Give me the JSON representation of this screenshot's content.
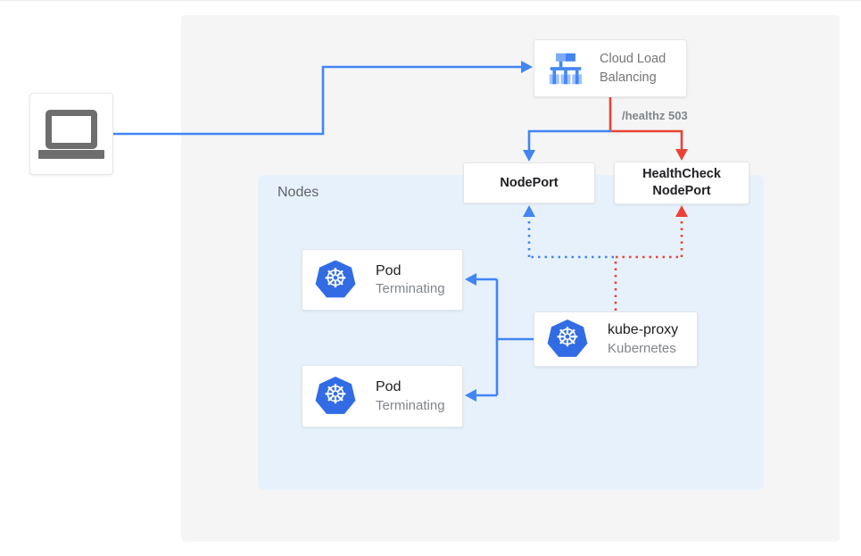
{
  "client": {
    "icon": "laptop-icon"
  },
  "load_balancer": {
    "label": "Cloud Load Balancing",
    "icon": "cloud-load-balancing-icon"
  },
  "healthz_label": "/healthz 503",
  "nodes_panel": {
    "label": "Nodes"
  },
  "nodeport": {
    "label": "NodePort"
  },
  "healthcheck_nodeport": {
    "label": "HealthCheck NodePort"
  },
  "pods": [
    {
      "title": "Pod",
      "subtitle": "Terminating",
      "icon": "kubernetes-helm-icon"
    },
    {
      "title": "Pod",
      "subtitle": "Terminating",
      "icon": "kubernetes-helm-icon"
    }
  ],
  "kube_proxy": {
    "title": "kube-proxy",
    "subtitle": "Kubernetes",
    "icon": "kubernetes-helm-icon"
  },
  "colors": {
    "traffic_blue": "#4285f4",
    "health_red": "#ea4335",
    "kubernetes_blue": "#326ce5",
    "nodes_panel_bg": "#e7f1fc",
    "canvas_bg": "#f5f5f5",
    "muted_text": "#757575",
    "secondary_text": "#80868b",
    "dark_text": "#202124"
  }
}
